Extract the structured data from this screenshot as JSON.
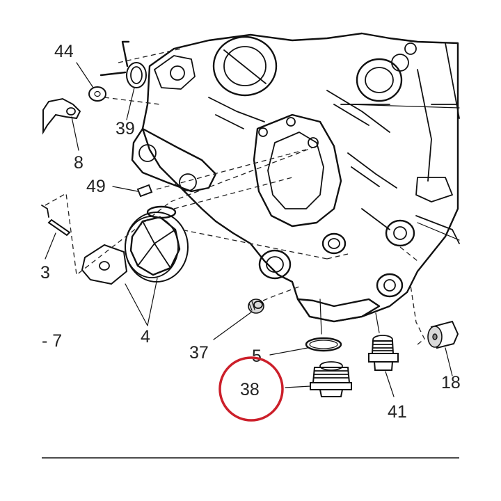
{
  "callouts": {
    "c44": "44",
    "c39": "39",
    "c8": "8",
    "c49": "49",
    "c3": "3",
    "c4": "4",
    "c7": "- 7",
    "c37": "37",
    "c5": "5",
    "c38": "38",
    "c41": "41",
    "c18": "18"
  },
  "highlight": {
    "target": "38",
    "color": "#cc1f2a"
  }
}
